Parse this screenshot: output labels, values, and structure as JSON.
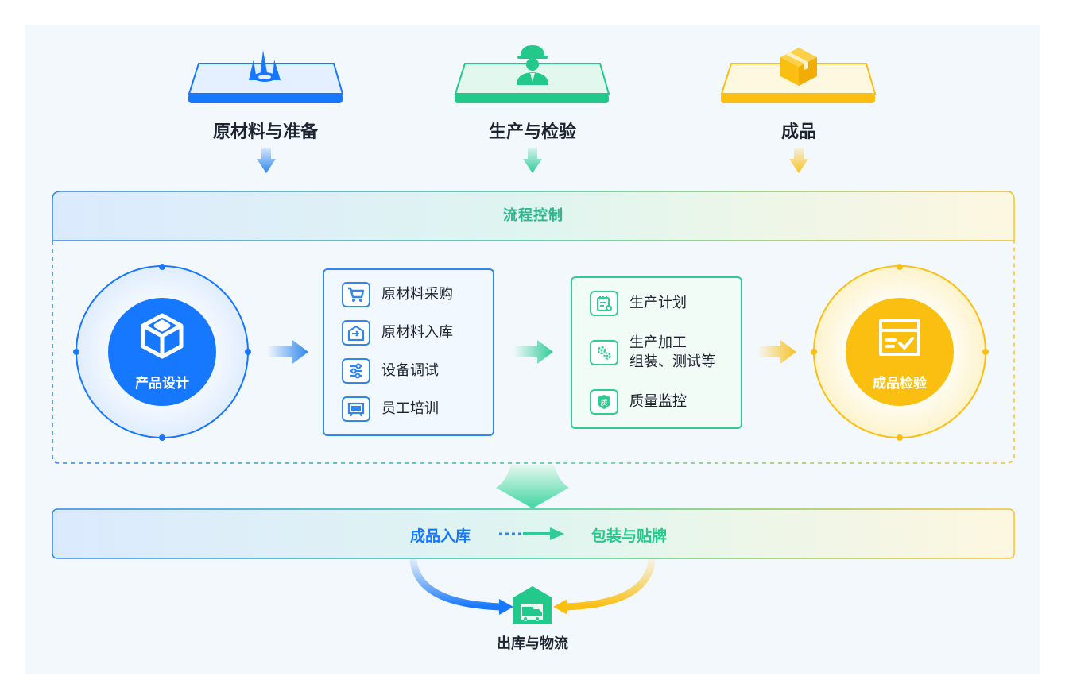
{
  "stages": [
    {
      "label": "原材料与准备",
      "icon": "raw-material-icon",
      "color": "#1677ff"
    },
    {
      "label": "生产与检验",
      "icon": "worker-helmet-icon",
      "color": "#22c98a"
    },
    {
      "label": "成品",
      "icon": "product-box-icon",
      "color": "#fbbf12"
    }
  ],
  "control": {
    "title": "流程控制"
  },
  "design": {
    "label": "产品设计",
    "icon": "cube-icon"
  },
  "prep_list": [
    {
      "label": "原材料采购",
      "icon": "shopping-cart-icon"
    },
    {
      "label": "原材料入库",
      "icon": "warehouse-in-icon"
    },
    {
      "label": "设备调试",
      "icon": "sliders-icon"
    },
    {
      "label": "员工培训",
      "icon": "training-board-icon"
    }
  ],
  "prod_list": [
    {
      "label": "生产计划",
      "icon": "calendar-plan-icon"
    },
    {
      "label": "生产加工",
      "label2": "组装、测试等",
      "icon": "gears-icon"
    },
    {
      "label": "质量监控",
      "icon": "quality-shield-icon"
    }
  ],
  "inspection": {
    "label": "成品检验",
    "icon": "inspection-box-icon"
  },
  "flow": {
    "left": "成品入库",
    "right": "包装与贴牌"
  },
  "shipping": {
    "label": "出库与物流",
    "icon": "warehouse-truck-icon"
  },
  "colors": {
    "blue": "#1677ff",
    "green": "#22c98a",
    "yellow": "#fbbf12"
  }
}
